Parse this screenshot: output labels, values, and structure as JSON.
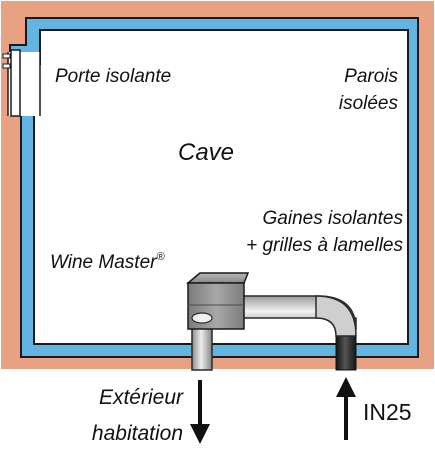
{
  "labels": {
    "door": "Porte isolante",
    "walls_line1": "Parois",
    "walls_line2": "isolées",
    "cellar": "Cave",
    "ducts_line1": "Gaines isolantes",
    "ducts_line2": "+ grilles à lamelles",
    "unit_name": "Wine Master",
    "unit_mark": "®",
    "exhaust_line1": "Extérieur",
    "exhaust_line2": "habitation",
    "intake": "IN25"
  },
  "colors": {
    "wall": "#e8a283",
    "insulation": "#63b4e0",
    "interior": "#ffffff",
    "outline": "#1a1a1a",
    "unit_body": "#8f8f8f",
    "duct_light": "#c9c9c9",
    "duct_dark": "#2c2c2c"
  }
}
